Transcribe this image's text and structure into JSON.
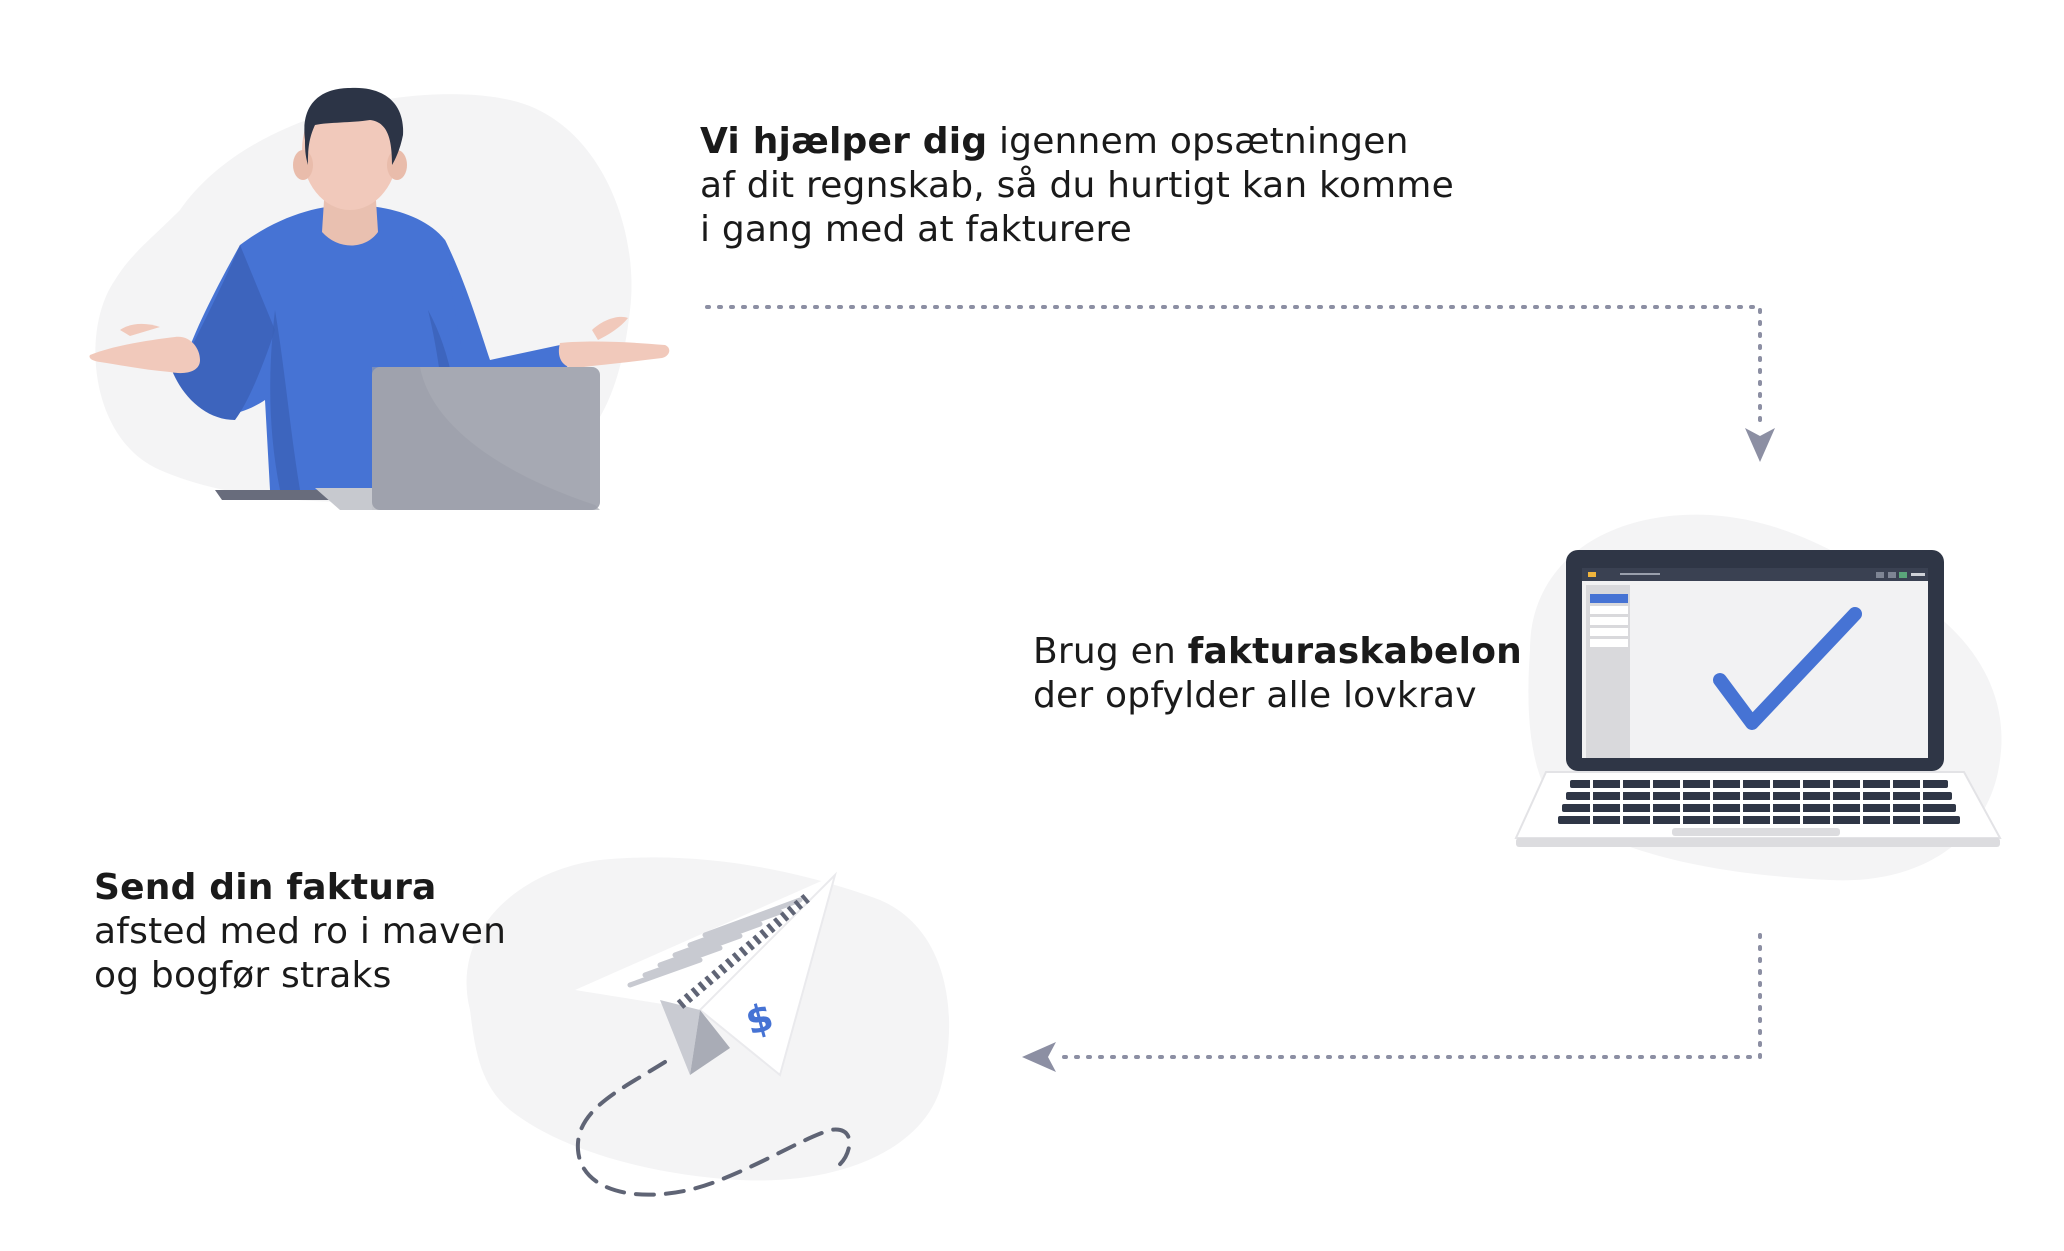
{
  "steps": [
    {
      "bold": "Vi hjælper dig",
      "rest_first_line": " igennem opsætningen",
      "lines": [
        "af dit regnskab, så du hurtigt kan komme",
        "i gang med at fakturere"
      ]
    },
    {
      "prefix": "Brug en ",
      "bold": "fakturaskabelon",
      "lines": [
        "der opfylder alle lovkrav"
      ]
    },
    {
      "bold": "Send din faktura",
      "lines": [
        "afsted med ro i maven",
        "og bogfør straks"
      ]
    }
  ],
  "illustrations": {
    "step1": "person-shrugging-at-laptop",
    "step2": "laptop-with-checkmark",
    "step3": "paper-plane-invoice-with-dollar"
  },
  "colors": {
    "accent_blue": "#4673d4",
    "blob_gray": "#f4f4f5",
    "connector": "#8c8fa3",
    "text": "#1a1a1a"
  },
  "invoice_symbol": "$"
}
